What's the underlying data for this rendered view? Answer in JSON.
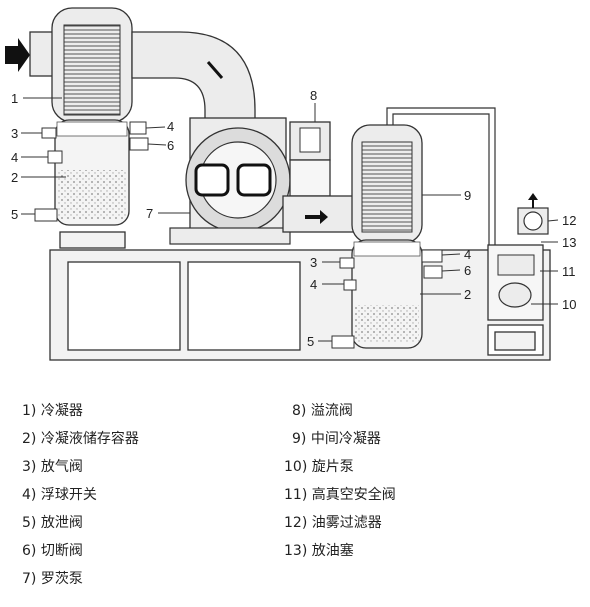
{
  "callouts": {
    "n1": "1",
    "n2a": "2",
    "n2b": "2",
    "n3a": "3",
    "n3b": "3",
    "n4a": "4",
    "n4b": "4",
    "n4c": "4",
    "n4d": "4",
    "n5a": "5",
    "n5b": "5",
    "n6a": "6",
    "n6b": "6",
    "n7": "7",
    "n8": "8",
    "n9": "9",
    "n10": "10",
    "n11": "11",
    "n12": "12",
    "n13": "13"
  },
  "legend": {
    "items": [
      "1) 冷凝器",
      "2) 冷凝液储存容器",
      "3) 放气阀",
      "4) 浮球开关",
      "5) 放泄阀",
      "6) 切断阀",
      "7) 罗茨泵",
      "8) 溢流阀",
      "9) 中间冷凝器",
      "10) 旋片泵",
      "11) 高真空安全阀",
      "12) 油雾过滤器",
      "13) 放油塞"
    ]
  },
  "colors": {
    "line": "#333333",
    "fill_light": "#e9e9e9",
    "fill_mid": "#c8c8c8",
    "text": "#222222"
  }
}
